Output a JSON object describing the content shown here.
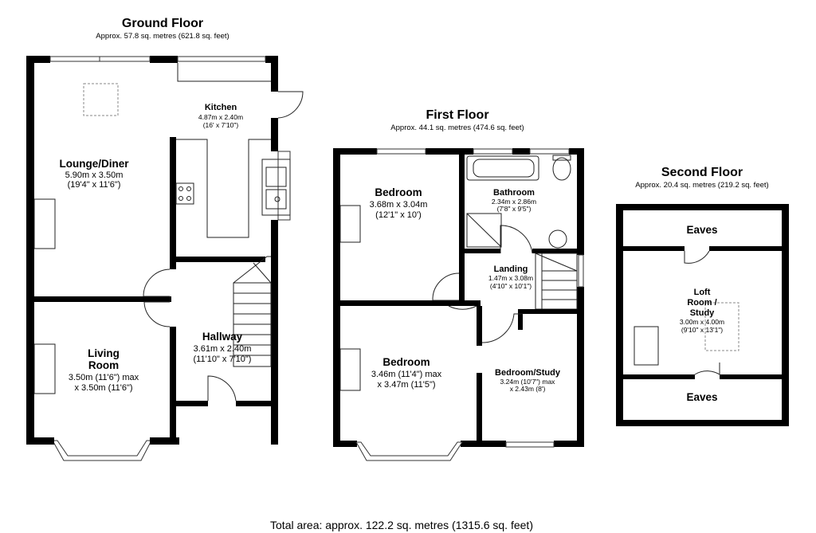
{
  "ground_floor": {
    "title": "Ground Floor",
    "area": "Approx. 57.8 sq. metres (621.8 sq. feet)",
    "rooms": {
      "lounge": {
        "name": "Lounge/Diner",
        "dim1": "5.90m x 3.50m",
        "dim2": "(19'4\" x 11'6\")"
      },
      "kitchen": {
        "name": "Kitchen",
        "dim1": "4.87m x 2.40m",
        "dim2": "(16' x 7'10\")"
      },
      "living": {
        "name1": "Living",
        "name2": "Room",
        "dim1": "3.50m (11'6\") max",
        "dim2": "x 3.50m (11'6\")"
      },
      "hallway": {
        "name": "Hallway",
        "dim1": "3.61m x 2.40m",
        "dim2": "(11'10\" x 7'10\")"
      }
    }
  },
  "first_floor": {
    "title": "First Floor",
    "area": "Approx. 44.1 sq. metres (474.6 sq. feet)",
    "rooms": {
      "bedroom1": {
        "name": "Bedroom",
        "dim1": "3.68m x 3.04m",
        "dim2": "(12'1\" x 10')"
      },
      "bathroom": {
        "name": "Bathroom",
        "dim1": "2.34m x 2.86m",
        "dim2": "(7'8\" x 9'5\")"
      },
      "landing": {
        "name": "Landing",
        "dim1": "1.47m x 3.08m",
        "dim2": "(4'10\" x 10'1\")"
      },
      "bedroom2": {
        "name": "Bedroom",
        "dim1": "3.46m (11'4\") max",
        "dim2": "x 3.47m (11'5\")"
      },
      "study": {
        "name": "Bedroom/Study",
        "dim1": "3.24m (10'7\") max",
        "dim2": "x 2.43m (8')"
      }
    }
  },
  "second_floor": {
    "title": "Second Floor",
    "area": "Approx. 20.4 sq. metres (219.2 sq. feet)",
    "rooms": {
      "eaves_top": {
        "name": "Eaves"
      },
      "loft": {
        "name1": "Loft",
        "name2": "Room /",
        "name3": "Study",
        "dim1": "3.00m x 4.00m",
        "dim2": "(9'10\" x 13'1\")"
      },
      "eaves_bottom": {
        "name": "Eaves"
      }
    }
  },
  "total_area": "Total area: approx. 122.2 sq. metres (1315.6 sq. feet)"
}
